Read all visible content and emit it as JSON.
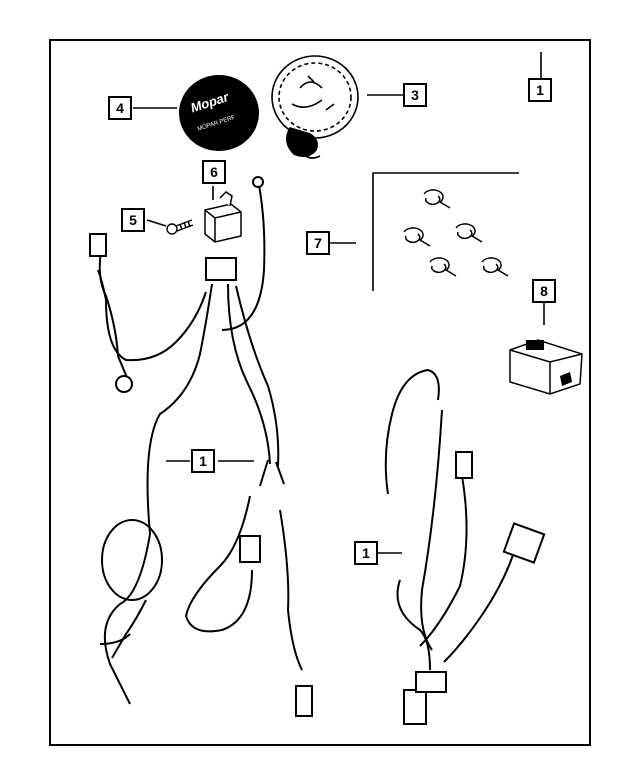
{
  "diagram": {
    "callouts": [
      {
        "id": "c1a",
        "label": "1"
      },
      {
        "id": "c1b",
        "label": "1"
      },
      {
        "id": "c1c",
        "label": "1"
      },
      {
        "id": "c3",
        "label": "3"
      },
      {
        "id": "c4",
        "label": "4"
      },
      {
        "id": "c5",
        "label": "5"
      },
      {
        "id": "c6",
        "label": "6"
      },
      {
        "id": "c7",
        "label": "7"
      },
      {
        "id": "c8",
        "label": "8"
      }
    ],
    "logo_text": "Mopar",
    "lamp_cover_label": "MOPAR PERF"
  },
  "colors": {
    "ink": "#000000",
    "background": "#ffffff"
  }
}
